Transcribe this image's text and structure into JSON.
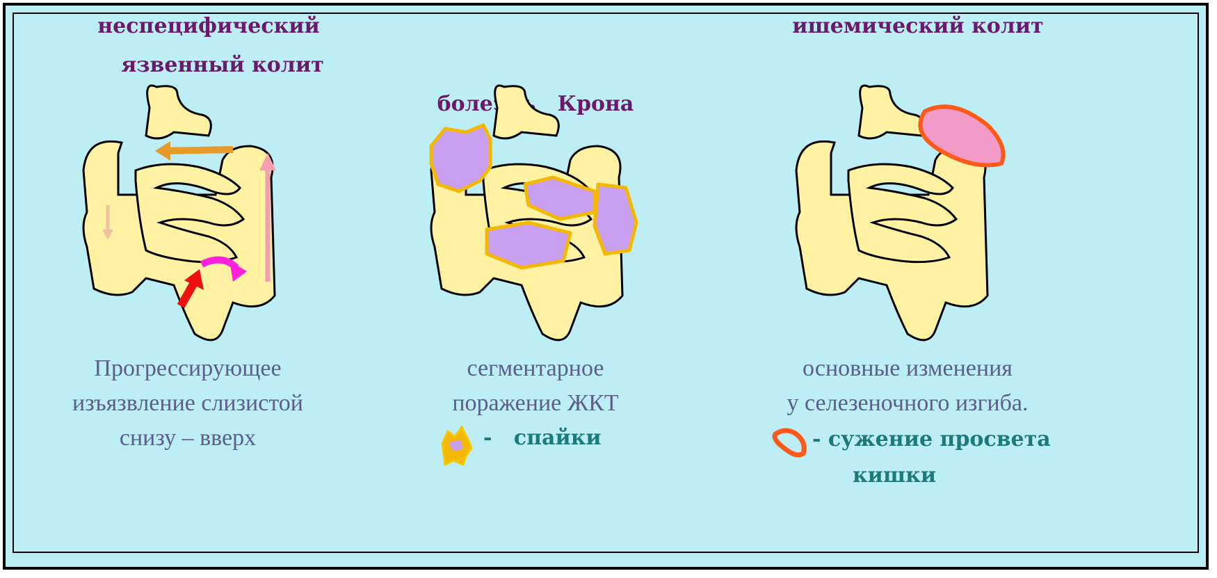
{
  "panels": [
    {
      "title_lines": [
        "неспецифический",
        "язвенный колит"
      ],
      "caption_lines": [
        "Прогрессирующее",
        "изъязвление слизистой",
        "снизу – вверх"
      ]
    },
    {
      "title_lines": [
        "болезнь   Крона"
      ],
      "caption_lines": [
        "сегментарное",
        "поражение ЖКТ"
      ],
      "legend": {
        "dash": "-",
        "text": "спайки"
      }
    },
    {
      "title_lines": [
        "ишемический колит"
      ],
      "caption_lines": [
        "основные изменения",
        "у  селезеночного изгиба."
      ],
      "legend": {
        "dash": "-",
        "text": "сужение просвета",
        "text2": "кишки"
      }
    }
  ],
  "colors": {
    "background": "#bdeef5",
    "intestine": "#fff3a3",
    "title": "#6b1a6b",
    "legend_text": "#1d7a7a",
    "lesion_purple": "#c9a0f0",
    "adhesion_orange": "#f5b800",
    "narrowing_red": "#ff5a1a",
    "narrowing_pink": "#f49ac8"
  },
  "icons": [
    "intestine-diagram",
    "arrow-red",
    "arrow-magenta",
    "arrow-pink",
    "arrow-orange",
    "adhesion-icon",
    "narrowing-icon"
  ]
}
